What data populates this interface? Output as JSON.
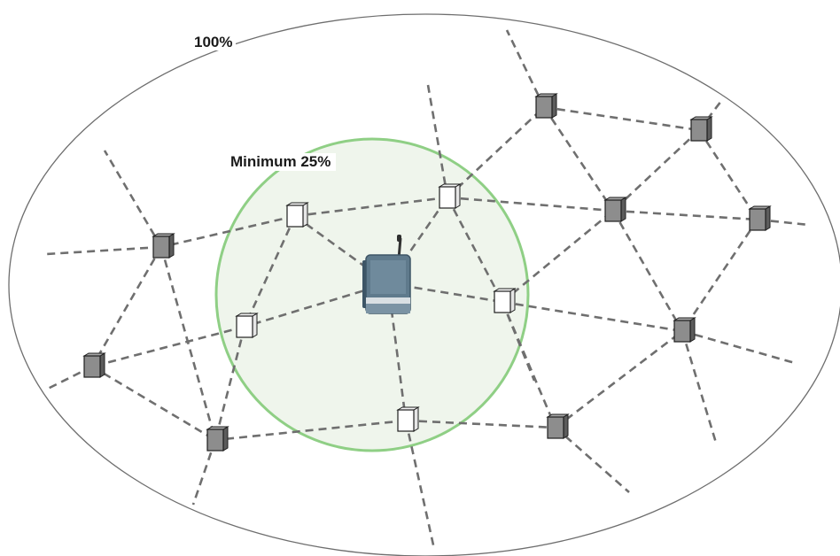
{
  "labels": {
    "outer_zone": "100%",
    "inner_zone": "Minimum 25%"
  },
  "colors": {
    "outer_ellipse": "#6e6e6e",
    "inner_circle_stroke": "#8fcf85",
    "inner_circle_fill": "#eff5ec",
    "mesh_link": "#6f6f6f",
    "node_gray_front": "#8d8d8d",
    "node_white_front": "#ffffff",
    "gateway_body": "#5f7a8c"
  },
  "nodes": {
    "gateway": {
      "name": "gateway",
      "icon": "wireless-gateway-icon"
    },
    "inner_nodes": [
      {
        "name": "inner-node-1",
        "icon": "white-node-icon"
      },
      {
        "name": "inner-node-2",
        "icon": "white-node-icon"
      },
      {
        "name": "inner-node-3",
        "icon": "white-node-icon"
      },
      {
        "name": "inner-node-4",
        "icon": "white-node-icon"
      },
      {
        "name": "inner-node-5",
        "icon": "white-node-icon"
      }
    ],
    "outer_nodes": [
      {
        "name": "outer-node-1",
        "icon": "gray-node-icon"
      },
      {
        "name": "outer-node-2",
        "icon": "gray-node-icon"
      },
      {
        "name": "outer-node-3",
        "icon": "gray-node-icon"
      },
      {
        "name": "outer-node-4",
        "icon": "gray-node-icon"
      },
      {
        "name": "outer-node-5",
        "icon": "gray-node-icon"
      },
      {
        "name": "outer-node-6",
        "icon": "gray-node-icon"
      },
      {
        "name": "outer-node-7",
        "icon": "gray-node-icon"
      },
      {
        "name": "outer-node-8",
        "icon": "gray-node-icon"
      },
      {
        "name": "outer-node-9",
        "icon": "gray-node-icon"
      },
      {
        "name": "outer-node-10",
        "icon": "gray-node-icon"
      }
    ]
  }
}
